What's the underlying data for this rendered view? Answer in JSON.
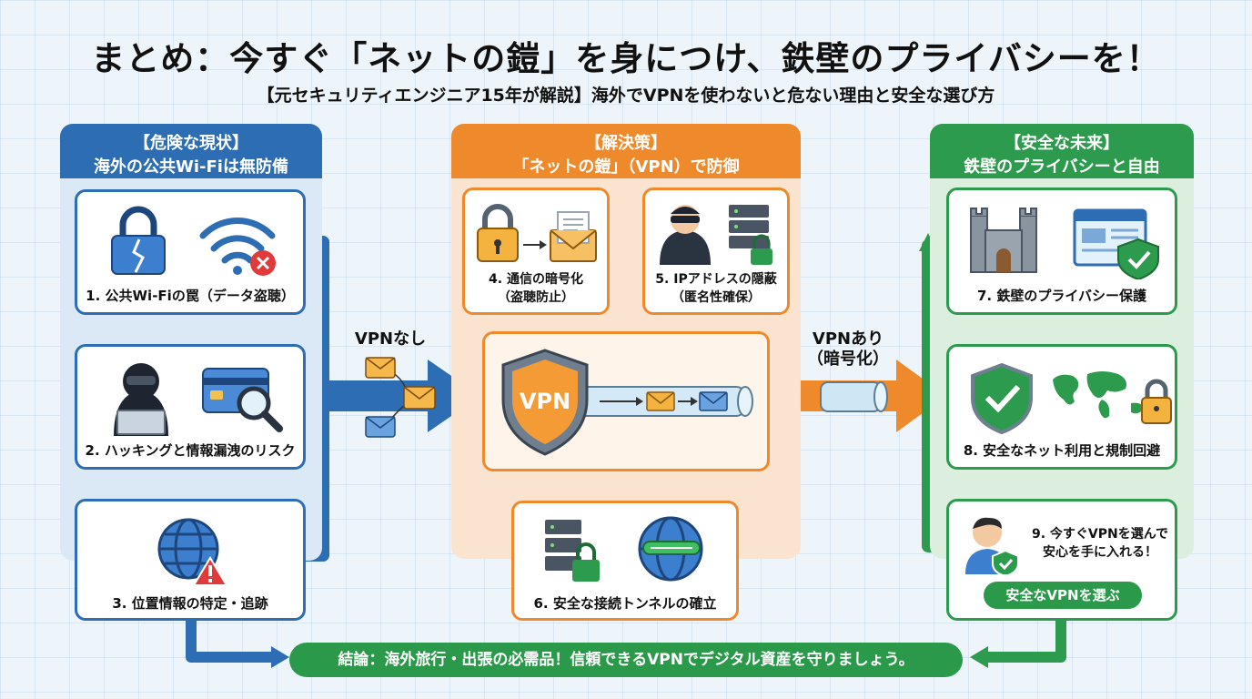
{
  "title": "まとめ：今すぐ「ネットの鎧」を身につけ、鉄壁のプライバシーを！",
  "subtitle": "【元セキュリティエンジニア15年が解説】海外でVPNを使わないと危ない理由と安全な選び方",
  "columns": {
    "left": {
      "heading_line1": "【危険な現状】",
      "heading_line2": "海外の公共Wi-Fiは無防備",
      "cards": [
        {
          "label": "1. 公共Wi-Fiの罠（データ盗聴）"
        },
        {
          "label": "2. ハッキングと情報漏洩のリスク"
        },
        {
          "label": "3. 位置情報の特定・追跡"
        }
      ]
    },
    "middle": {
      "heading_line1": "【解決策】",
      "heading_line2": "「ネットの鎧」（VPN）で防御",
      "cards": [
        {
          "label_line1": "4. 通信の暗号化",
          "label_line2": "（盗聴防止）"
        },
        {
          "label_line1": "5. IPアドレスの隠蔽",
          "label_line2": "（匿名性確保）"
        },
        {
          "label": "6. 安全な接続トンネルの確立"
        }
      ],
      "shield_text": "VPN"
    },
    "right": {
      "heading_line1": "【安全な未来】",
      "heading_line2": "鉄壁のプライバシーと自由",
      "cards": [
        {
          "label": "7. 鉄壁のプライバシー保護"
        },
        {
          "label": "8. 安全なネット利用と規制回避"
        },
        {
          "label_line1": "9. 今すぐVPNを選んで",
          "label_line2": "安心を手に入れる！"
        }
      ],
      "cta_button": "安全なVPNを選ぶ"
    }
  },
  "flow": {
    "without_vpn": "VPNなし",
    "with_vpn_line1": "VPNあり",
    "with_vpn_line2": "（暗号化）"
  },
  "conclusion": "結論：海外旅行・出張の必需品！信頼できるVPNでデジタル資産を守りましょう。",
  "colors": {
    "blue": "#2c6db3",
    "orange": "#ee8a2c",
    "green": "#2d9b4d",
    "danger_red": "#e03a3a"
  },
  "icons": [
    "broken-lock-icon",
    "wifi-error-icon",
    "hacker-laptop-icon",
    "credit-card-magnifier-icon",
    "globe-warning-icon",
    "lock-icon",
    "envelope-icon",
    "masked-hacker-icon",
    "server-lock-icon",
    "vpn-shield-icon",
    "server-icon",
    "globe-tunnel-icon",
    "castle-icon",
    "browser-shield-icon",
    "check-shield-icon",
    "world-map-lock-icon",
    "user-shield-icon"
  ]
}
